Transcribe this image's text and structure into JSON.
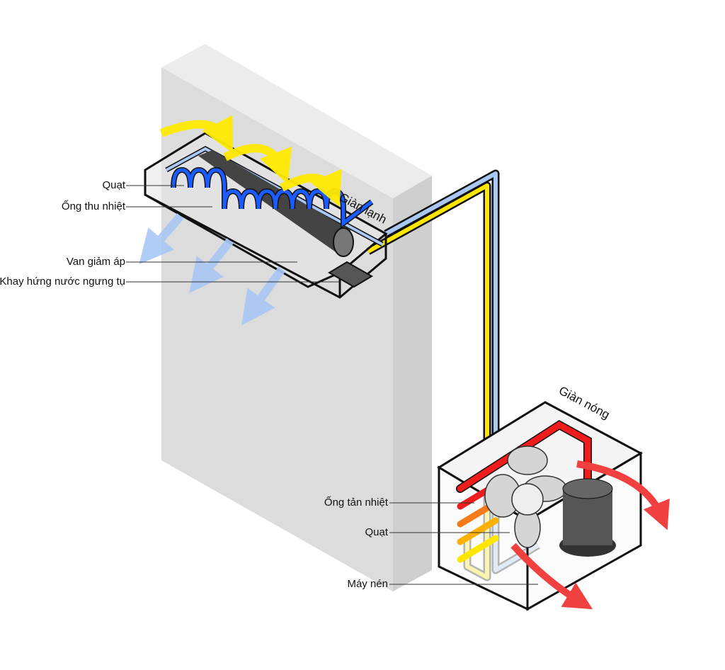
{
  "indoor_unit": {
    "title": "Giàn lạnh",
    "labels": [
      "Quạt",
      "Ống thu nhiệt",
      "Van giảm áp",
      "Khay hứng nước ngưng tụ"
    ]
  },
  "outdoor_unit": {
    "title": "Giàn nóng",
    "labels": [
      "Ống tản nhiệt",
      "Quạt",
      "Máy nén"
    ]
  },
  "colors": {
    "wall": "#dcdcdc",
    "cold_pipe": "#1a5cff",
    "light_pipe": "#a9c8f5",
    "gas_pipe": "#ffe600",
    "hot_pipe": "#ee1c1c",
    "cold_air": "#a8c8f5",
    "hot_air": "#f04040",
    "warm_air": "#ffea00"
  }
}
